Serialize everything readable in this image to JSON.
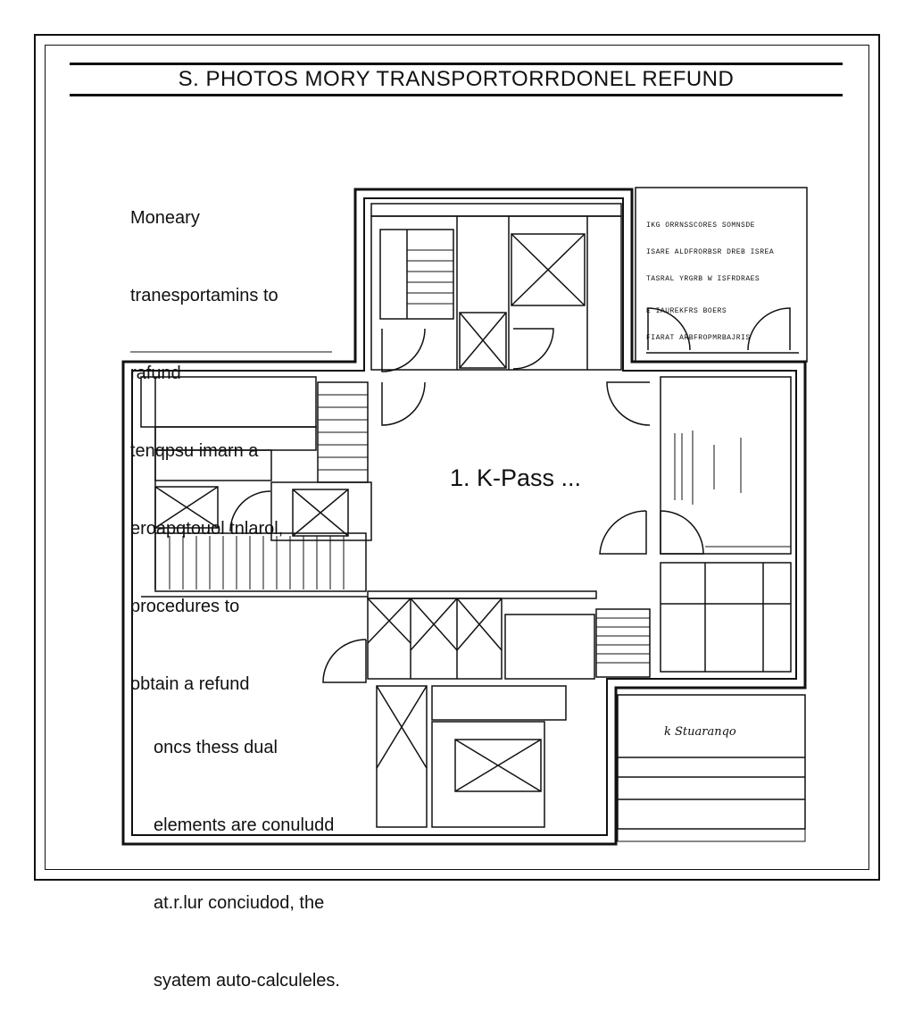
{
  "title": "S. PHOTOS MORY TRANSPORTORRDONEL REFUND",
  "notes": {
    "top_lines": [
      "Moneary",
      "tranesportamins to",
      "rafund",
      "tenqpsu imarn a",
      "eroapqtouol tnlarol,",
      "procedures to",
      "obtain a refund"
    ],
    "bottom_lines": [
      "oncs thess dual",
      "elements are conuludd",
      "at.r.lur conciudod, the",
      "syatem auto-calculeles."
    ]
  },
  "center_label": "1. K-Pass ...",
  "legend_lines": [
    "IKG ORRNSSCORES SOMNSDE",
    "ISARE ALDFRORBSR DREB ISREA",
    "TASRAL YRGRB W ISFRDRAES",
    "E IAUREKFRS BOERS",
    "FIARAT ARBFROPMRBAJRIS"
  ],
  "signature": "k Stuaranqo"
}
